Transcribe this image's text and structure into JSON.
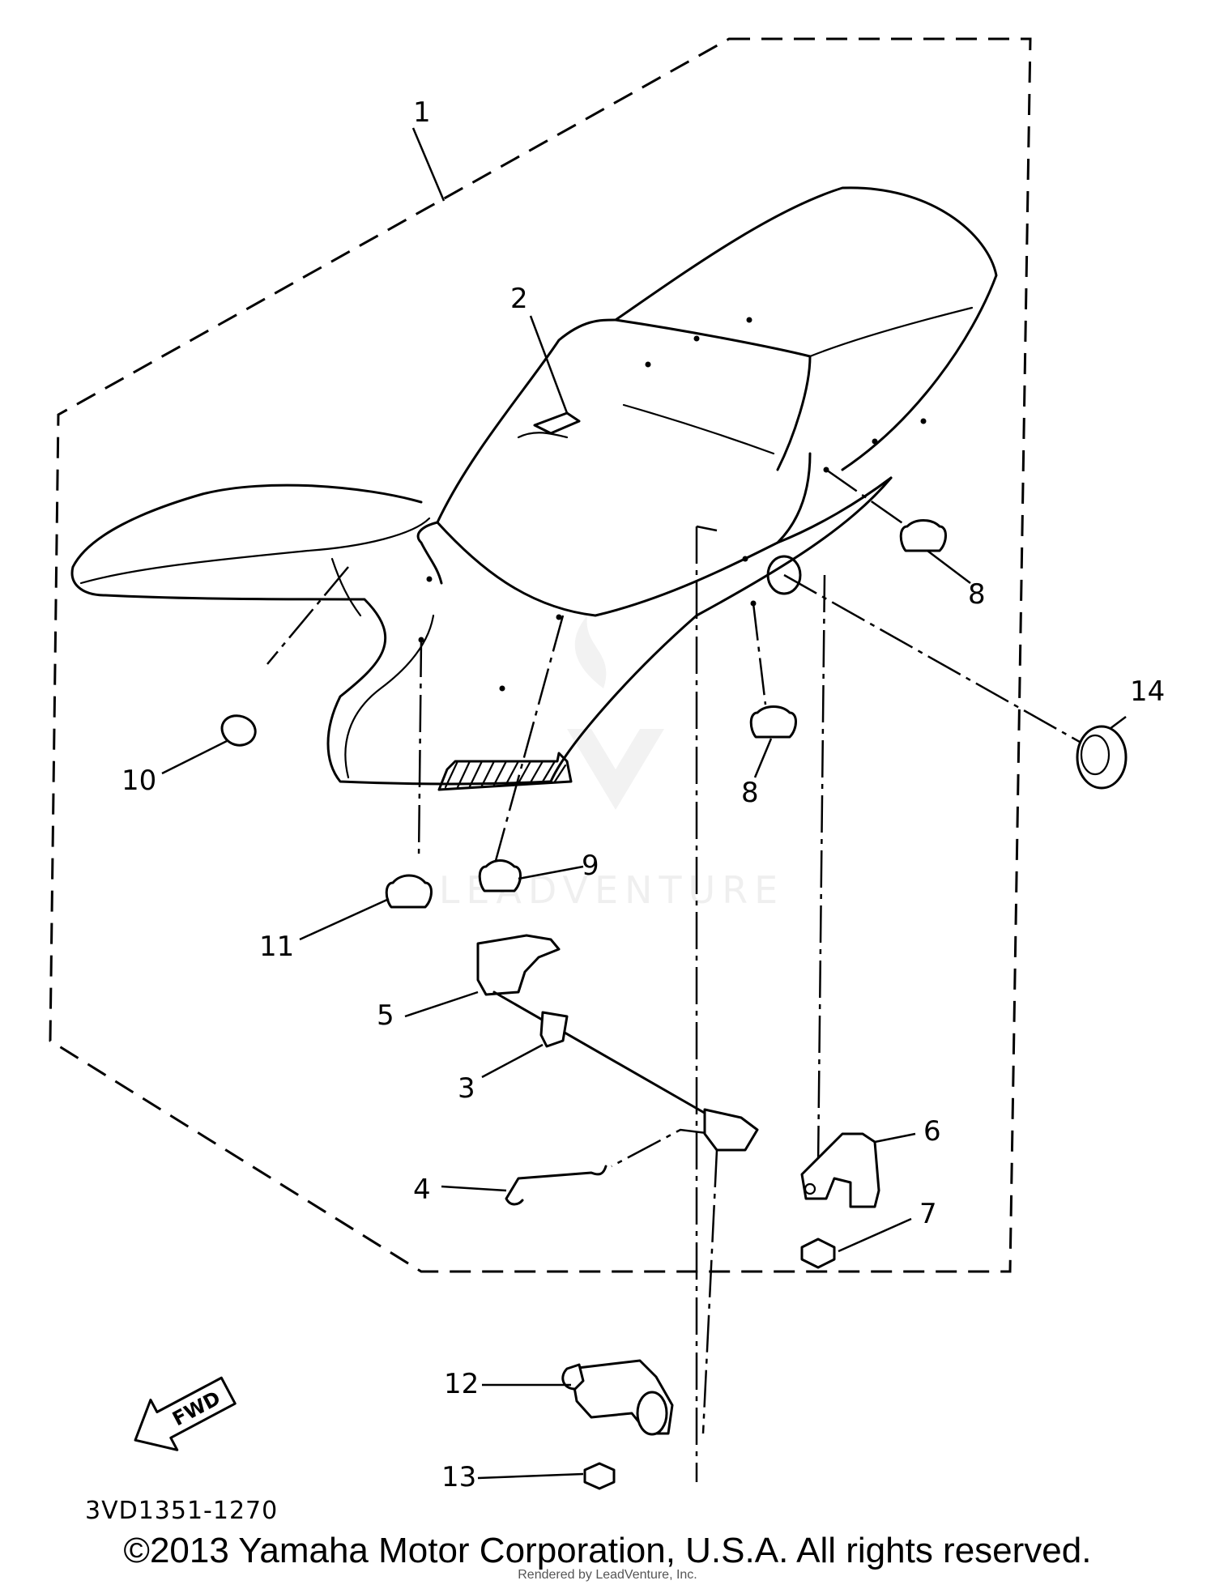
{
  "diagram": {
    "part_callouts": [
      "1",
      "2",
      "3",
      "4",
      "5",
      "6",
      "7",
      "8",
      "8",
      "9",
      "10",
      "11",
      "12",
      "13",
      "14"
    ],
    "drawing_code": "3VD1351-1270",
    "direction_marker": "FWD",
    "watermark": "LEADVENTURE"
  },
  "footer": {
    "copyright": "©2013 Yamaha Motor Corporation, U.S.A. All rights reserved.",
    "rendered_by": "Rendered by LeadVenture, Inc."
  }
}
